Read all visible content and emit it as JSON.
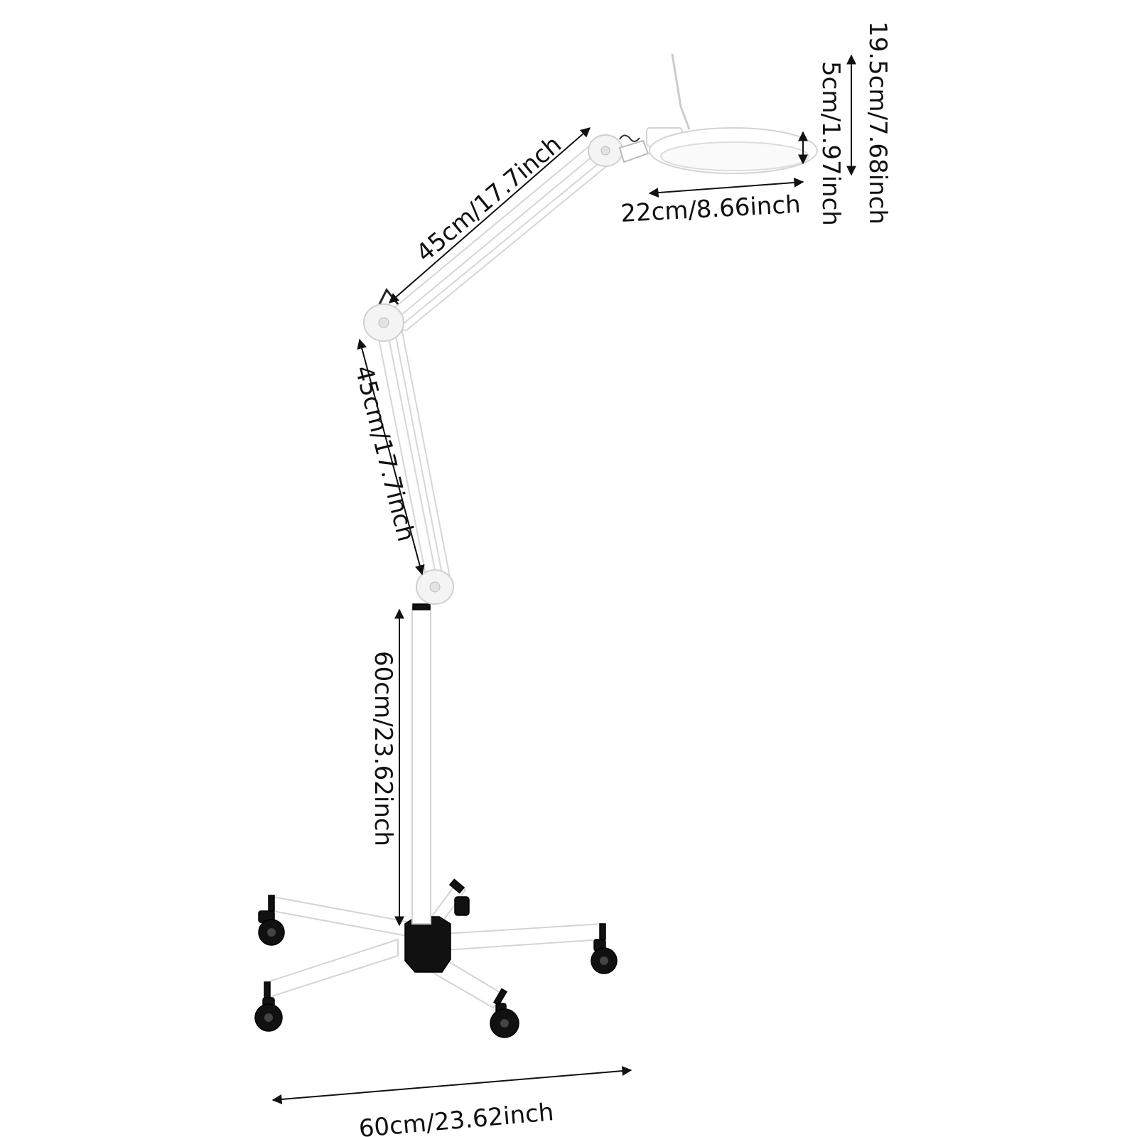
{
  "dimensions": {
    "head_height": "19.5cm/7.68inch",
    "head_thickness": "5cm/1.97inch",
    "head_width": "22cm/8.66inch",
    "upper_arm": "45cm/17.7inch",
    "lower_arm": "45cm/17.7inch",
    "pole_height": "60cm/23.62inch",
    "base_width": "60cm/23.62inch"
  },
  "colors": {
    "line": "#111111",
    "lamp_body": "#ffffff",
    "lamp_outline": "#d4d4d4",
    "casters": "#111111"
  },
  "icons": [
    "arrow-double-icon"
  ]
}
